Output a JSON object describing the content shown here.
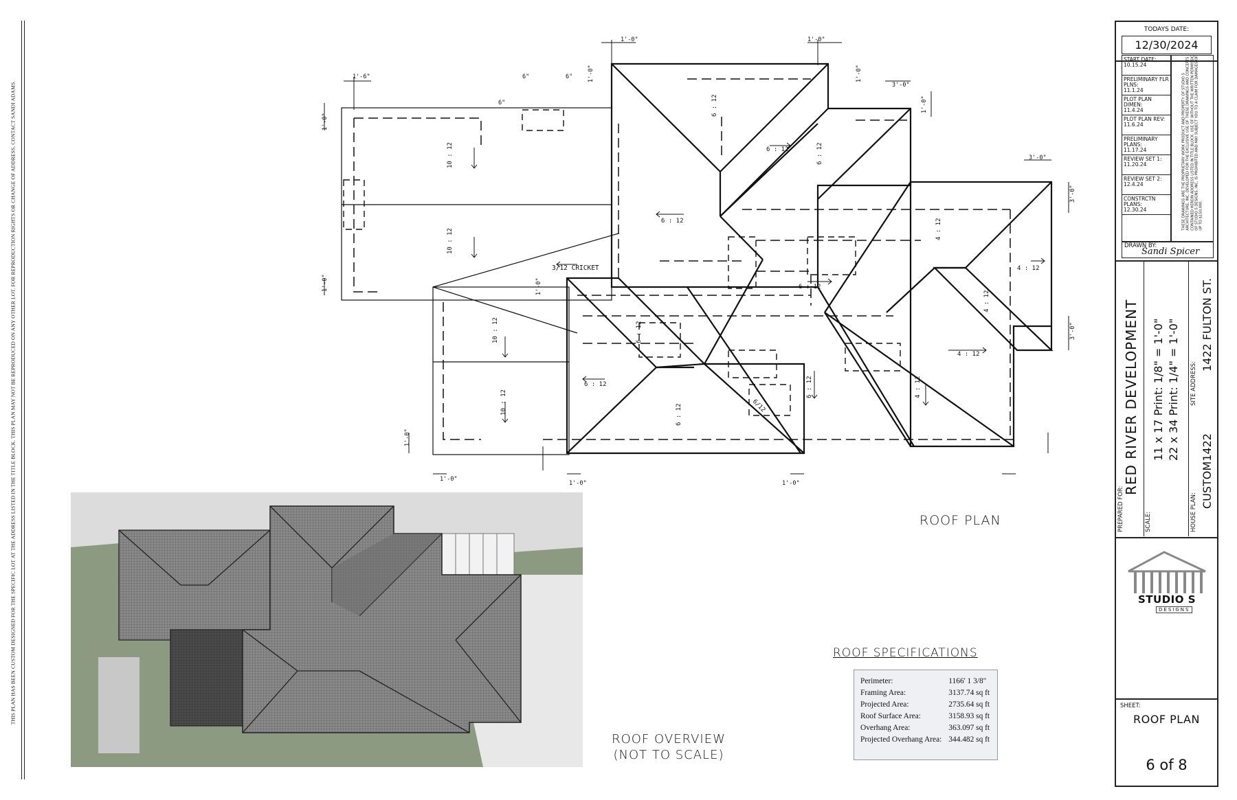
{
  "side_note": "THIS PLAN HAS BEEN CUSTOM DESIGNED FOR THE SPECIFIC LOT AT THE ADDRESS LISTED IN THE TITLE BLOCK. THIS PLAN MAY NOT BE REPRODUCED ON ANY OTHER LOT. FOR REPRODUCTION RIGHTS OR CHANGE OF ADDRESS, CONTACT SANDI ADAMS.",
  "drawing_titles": {
    "roof_plan": "ROOF PLAN",
    "overview_line1": "ROOF OVERVIEW",
    "overview_line2": "(NOT TO SCALE)",
    "specs_title": "ROOF SPECIFICATIONS"
  },
  "roof_plan": {
    "pitch_labels": [
      "6 : 12",
      "6 : 12",
      "6 : 12",
      "6 : 12",
      "6 : 12",
      "6 : 12",
      "6 : 12",
      "6 : 12",
      "6 : 12",
      "10 : 12",
      "10 : 12",
      "10 : 12",
      "10 : 12",
      "4 : 12",
      "4 : 12",
      "4 : 12",
      "4 : 12",
      "4 : 12",
      "6/12"
    ],
    "cricket_label": "3/12 CRICKET",
    "dimension_labels": [
      "1'-0\"",
      "1'-0\"",
      "1'-6\"",
      "6\"",
      "6\"",
      "6\"",
      "3'-0\"",
      "3'-0\"",
      "3'-0\"",
      "3'-0\"",
      "1'-0\"",
      "1'-0\"",
      "1'-0\"",
      "1'-0\"",
      "1'-0\"",
      "1'-0\"",
      "1'-0\"",
      "1'-0\"",
      "1'-0\"",
      "1'-0\""
    ]
  },
  "roof_specs": [
    {
      "label": "Perimeter:",
      "value": "1166' 1 3/8\""
    },
    {
      "label": "Framing Area:",
      "value": "3137.74 sq ft"
    },
    {
      "label": "Projected Area:",
      "value": "2735.64 sq ft"
    },
    {
      "label": "Roof Surface Area:",
      "value": "3158.93 sq ft"
    },
    {
      "label": "Overhang Area:",
      "value": "363.097 sq ft"
    },
    {
      "label": "Projected Overhang Area:",
      "value": "344.482 sq ft"
    }
  ],
  "title_block": {
    "todays_date_label": "TODAYS DATE:",
    "todays_date": "12/30/2024",
    "schedule": [
      {
        "label": "START DATE:",
        "date": "10.15.24"
      },
      {
        "label": "PRELIMINARY FLR PLNS:",
        "date": "11.1.24"
      },
      {
        "label": "PLOT PLAN DIMEN:",
        "date": "11.4.24"
      },
      {
        "label": "PLOT PLAN REV:",
        "date": "11.6.24"
      },
      {
        "label": "PRELIMINARY PLANS:",
        "date": "11.17.24"
      },
      {
        "label": "REVIEW SET 1:",
        "date": "11.20.24"
      },
      {
        "label": "REVIEW SET 2:",
        "date": "12.4.24"
      },
      {
        "label": "CONSTRCTN PLANS:",
        "date": "12.30.24"
      }
    ],
    "copyright": "THESE DRAWINGS ARE THE PROPRIETARY WORK PRODUCT AND PROPERTY OF STUDIO S ARCHITECTURE, INC. DEVELOPED FOR THE EXCLUSIVE USE OF THESE DRAWINGS AND CONCEPTS CONTAINED HEREIN ADDRESS LISTED IN TITLE BLOCK. USE OF WITHOUT THE WRITTEN PERMISSION OF STUDIO S DESIGNS, INC. IS PROHIBITED AND MAY SUBJECT YOU TO A CLAIM FOR DAMAGES OF UP TO $150,000.",
    "drawn_by_label": "DRAWN BY:",
    "drawn_by": "Sandi Spicer",
    "prepared_for_label": "PREPARED FOR:",
    "client": "RED RIVER DEVELOPMENT",
    "scale_label": "SCALE:",
    "scale_line1": "11 x 17 Print: 1/8\" = 1'-0\"",
    "scale_line2": "22 x 34 Print: 1/4\" = 1'-0\"",
    "house_plan_label": "HOUSE PLAN:",
    "house_plan": "CUSTOM1422",
    "site_address_label": "SITE ADDRESS:",
    "site_address": "1422 FULTON ST.",
    "logo_text": "STUDIO S",
    "logo_sub": "DESIGNS",
    "sheet_label": "SHEET:",
    "sheet_title": "ROOF PLAN",
    "sheet_number": "6 of 8"
  },
  "colors": {
    "ink": "#111111",
    "ground": "#8c9a82",
    "roof_light": "#8a8a8a",
    "roof_dark": "#4a4a4a",
    "specs_bg": "#eef0f3",
    "logo_red": "#c0392b"
  }
}
